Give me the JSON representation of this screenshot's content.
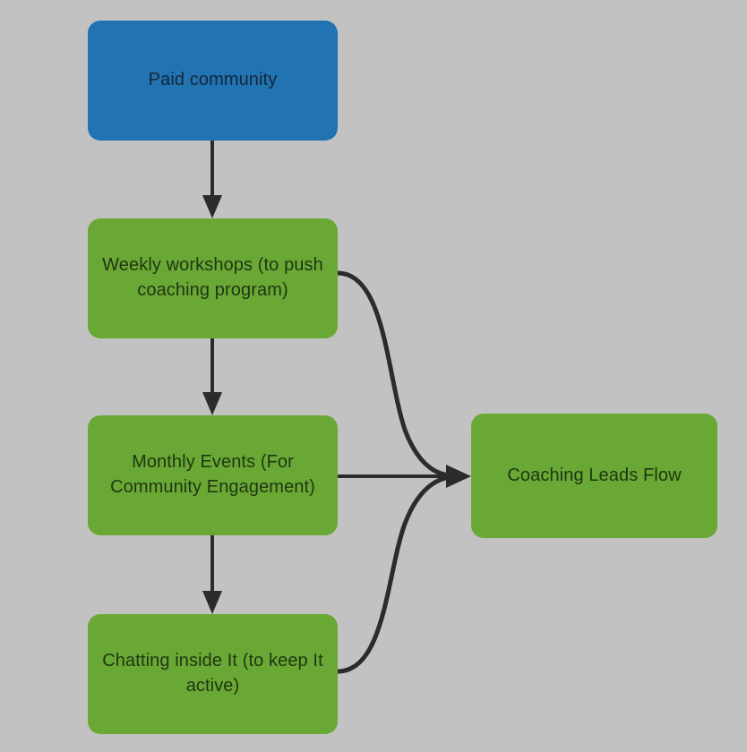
{
  "diagram": {
    "type": "flowchart",
    "background_color": "#c2c2c2",
    "edge_color": "#2b2b2b",
    "nodes": [
      {
        "id": "paid-community",
        "label": "Paid community",
        "fill": "#2273b2",
        "text_color": "#132739",
        "shape": "rounded-rectangle"
      },
      {
        "id": "weekly-workshops",
        "label": "Weekly workshops (to push\ncoaching program)",
        "fill": "#6aa836",
        "text_color": "#1f3610",
        "shape": "rounded-rectangle"
      },
      {
        "id": "monthly-events",
        "label": "Monthly Events (For\nCommunity Engagement)",
        "fill": "#6aa836",
        "text_color": "#1f3610",
        "shape": "rounded-rectangle"
      },
      {
        "id": "chatting-inside",
        "label": "Chatting inside It (to keep It\nactive)",
        "fill": "#6aa836",
        "text_color": "#1f3610",
        "shape": "rounded-rectangle"
      },
      {
        "id": "coaching-leads",
        "label": "Coaching Leads Flow",
        "fill": "#6aa836",
        "text_color": "#1f3610",
        "shape": "rounded-rectangle"
      }
    ],
    "edges": [
      {
        "id": "paid-to-weekly",
        "from": "paid-community",
        "to": "weekly-workshops",
        "style": "straight-vertical",
        "arrowhead": true
      },
      {
        "id": "weekly-to-monthly",
        "from": "weekly-workshops",
        "to": "monthly-events",
        "style": "straight-vertical",
        "arrowhead": true
      },
      {
        "id": "monthly-to-chatting",
        "from": "monthly-events",
        "to": "chatting-inside",
        "style": "straight-vertical",
        "arrowhead": true
      },
      {
        "id": "weekly-to-coaching",
        "from": "weekly-workshops",
        "to": "coaching-leads",
        "style": "curve",
        "arrowhead": true
      },
      {
        "id": "monthly-to-coaching",
        "from": "monthly-events",
        "to": "coaching-leads",
        "style": "straight-horizontal",
        "arrowhead": true
      },
      {
        "id": "chatting-to-coaching",
        "from": "chatting-inside",
        "to": "coaching-leads",
        "style": "curve",
        "arrowhead": true
      }
    ]
  }
}
